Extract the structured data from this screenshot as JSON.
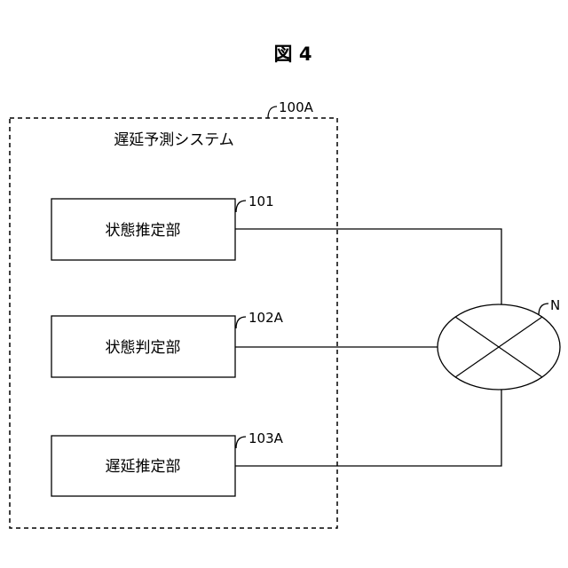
{
  "figure": {
    "title": "図 4"
  },
  "system": {
    "name": "遅延予測システム",
    "ref": "100A"
  },
  "blocks": [
    {
      "label": "状態推定部",
      "ref": "101"
    },
    {
      "label": "状態判定部",
      "ref": "102A"
    },
    {
      "label": "遅延推定部",
      "ref": "103A"
    }
  ],
  "network": {
    "ref": "N"
  }
}
